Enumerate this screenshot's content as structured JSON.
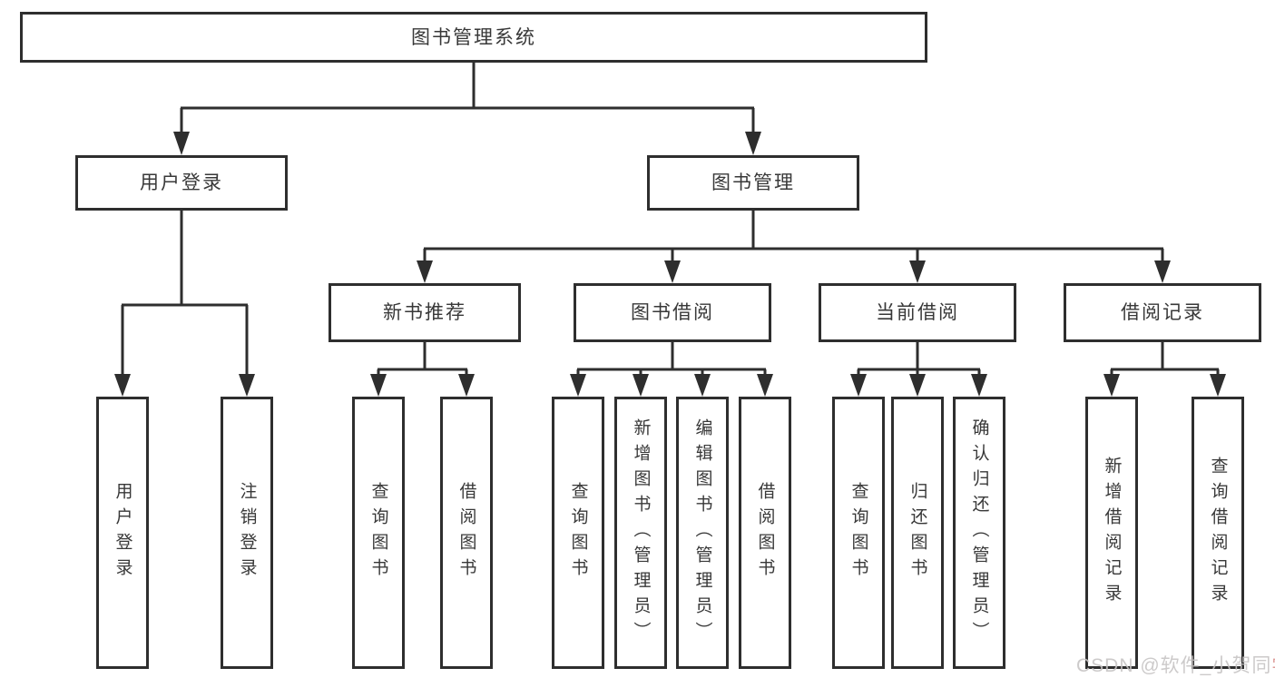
{
  "tree": {
    "label": "图书管理系统",
    "children": [
      {
        "label": "用户登录",
        "children": [
          {
            "label": "用户登录"
          },
          {
            "label": "注销登录"
          }
        ]
      },
      {
        "label": "图书管理",
        "children": [
          {
            "label": "新书推荐",
            "children": [
              {
                "label": "查询图书"
              },
              {
                "label": "借阅图书"
              }
            ]
          },
          {
            "label": "图书借阅",
            "children": [
              {
                "label": "查询图书"
              },
              {
                "label": "新增图书（管理员）"
              },
              {
                "label": "编辑图书（管理员）"
              },
              {
                "label": "借阅图书"
              }
            ]
          },
          {
            "label": "当前借阅",
            "children": [
              {
                "label": "查询图书"
              },
              {
                "label": "归还图书"
              },
              {
                "label": "确认归还（管理员）"
              }
            ]
          },
          {
            "label": "借阅记录",
            "children": [
              {
                "label": "新增借阅记录"
              },
              {
                "label": "查询借阅记录"
              }
            ]
          }
        ]
      }
    ]
  },
  "watermark": {
    "prefix": "CSDN @软件_小贺同",
    "accent": "学"
  },
  "colors": {
    "line": "#2e2e2e",
    "text": "#383838",
    "watermark_gray": "#c6c3c3",
    "watermark_accent": "#d98f8b"
  }
}
